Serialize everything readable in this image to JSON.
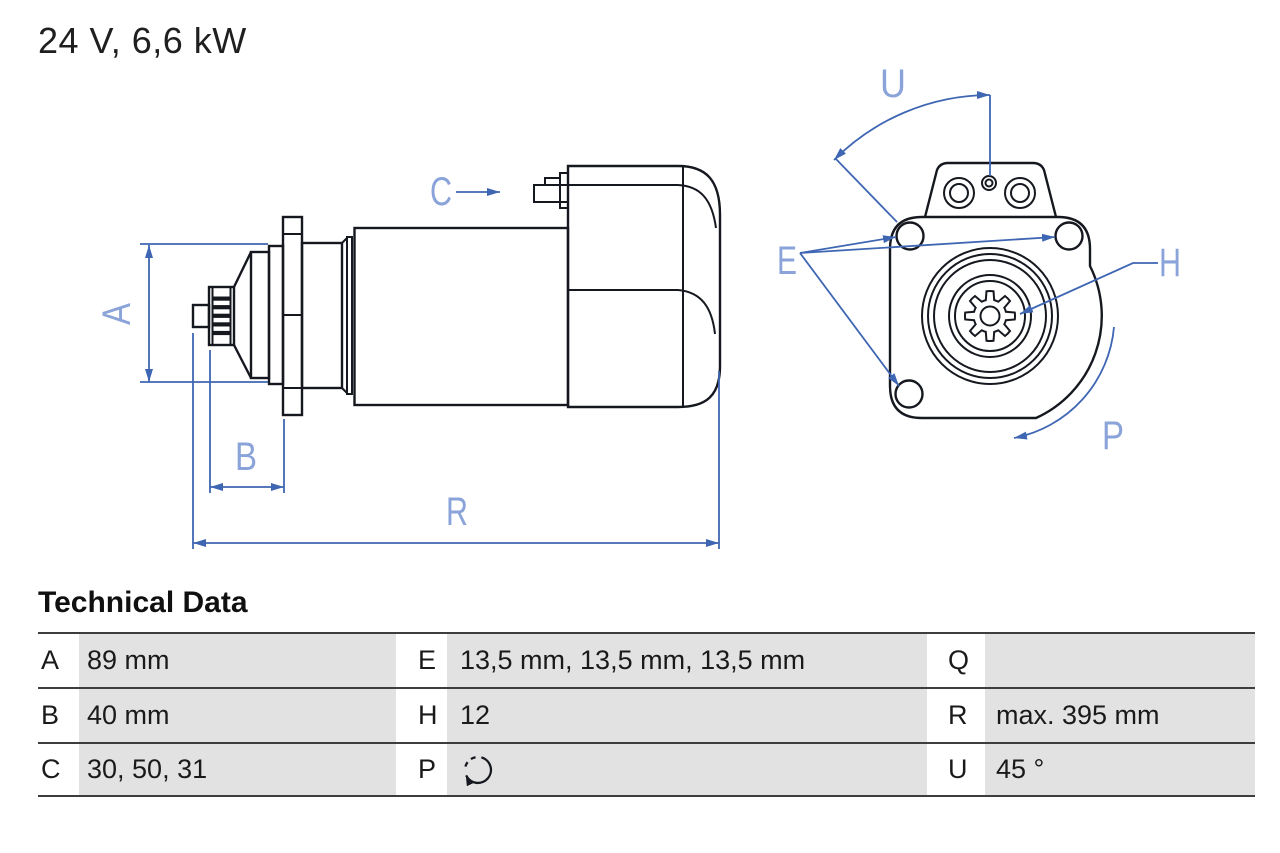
{
  "title": "24 V, 6,6 kW",
  "diagram": {
    "description": "starter-motor side view and front view technical drawing",
    "labels": {
      "A": "A",
      "B": "B",
      "C": "C",
      "R": "R",
      "U": "U",
      "E": "E",
      "H": "H",
      "P": "P"
    },
    "colors": {
      "outline": "#15181f",
      "dimension_blue": "#3f66b3",
      "label_blue": "#8aa3d8"
    }
  },
  "table": {
    "heading": "Technical Data",
    "colors": {
      "cell_gray": "#e2e2e2",
      "rule": "#3d3d3d"
    },
    "rows": [
      {
        "cells": [
          {
            "key": "A",
            "value": "89 mm"
          },
          {
            "key": "E",
            "value": "13,5 mm, 13,5 mm, 13,5 mm"
          },
          {
            "key": "Q",
            "value": ""
          }
        ]
      },
      {
        "cells": [
          {
            "key": "B",
            "value": "40 mm"
          },
          {
            "key": "H",
            "value": "12"
          },
          {
            "key": "R",
            "value": "max. 395 mm"
          }
        ]
      },
      {
        "cells": [
          {
            "key": "C",
            "value": "30, 50, 31"
          },
          {
            "key": "P",
            "value": "",
            "icon": "rotation-direction-clockwise"
          },
          {
            "key": "U",
            "value": "45 °"
          }
        ]
      }
    ]
  }
}
